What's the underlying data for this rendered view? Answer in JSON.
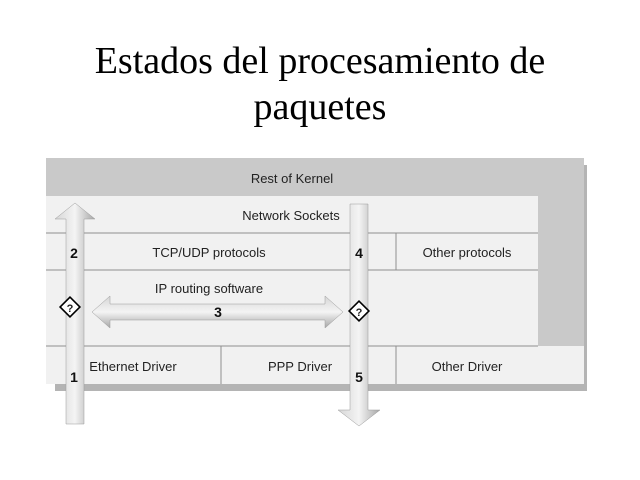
{
  "title": {
    "line1": "Estados del procesamiento de",
    "line2": "paquetes"
  },
  "layers": {
    "rest_of_kernel": "Rest of Kernel",
    "network_sockets": "Network Sockets",
    "tcp_udp": "TCP/UDP protocols",
    "other_protocols": "Other protocols",
    "ip_routing": "IP routing software",
    "ethernet_driver": "Ethernet Driver",
    "ppp_driver": "PPP Driver",
    "other_driver": "Other Driver"
  },
  "steps": {
    "s1": "1",
    "s2": "2",
    "s3": "3",
    "s4": "4",
    "s5": "5"
  },
  "decision_symbol": "?",
  "colors": {
    "panel": "#f1f1f1",
    "header": "#c9c9c9",
    "shadow": "#b4b4b4",
    "divider": "#888888",
    "arrow": "#a8a8a8"
  }
}
